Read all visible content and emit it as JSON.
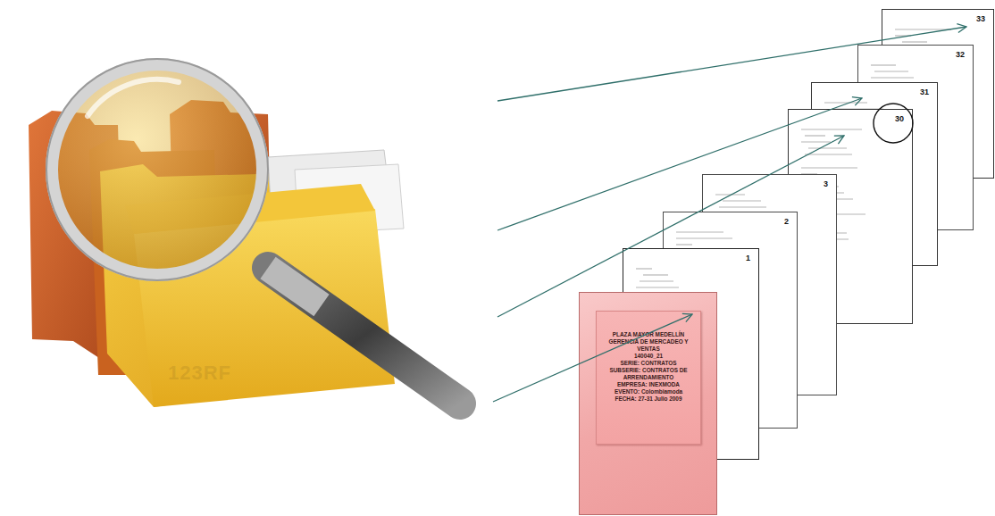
{
  "diagram": {
    "nodes": [
      {
        "text": [
          "1"
        ]
      },
      {
        "text": [
          "2"
        ]
      },
      {
        "text": [
          "3"
        ]
      },
      {
        "text": [
          "30"
        ]
      },
      {
        "text": [
          "31"
        ]
      },
      {
        "text": [
          "32"
        ]
      },
      {
        "text": [
          "33"
        ]
      },
      {
        "text": [
          "PLAZA MAYOR MEDELLÍN",
          "GERENCIA DE MERCADEO Y VENTAS",
          "140040_21",
          "SERIE: CONTRATOS",
          "SUBSERIE: CONTRATOS DE ARRENDAMIENTO",
          "EMPRESA: INEXMODA",
          "EVENTO: Colombiamoda",
          "FECHA: 27-31 Julio 2009"
        ]
      }
    ],
    "labels": [
      "123RF"
    ]
  }
}
